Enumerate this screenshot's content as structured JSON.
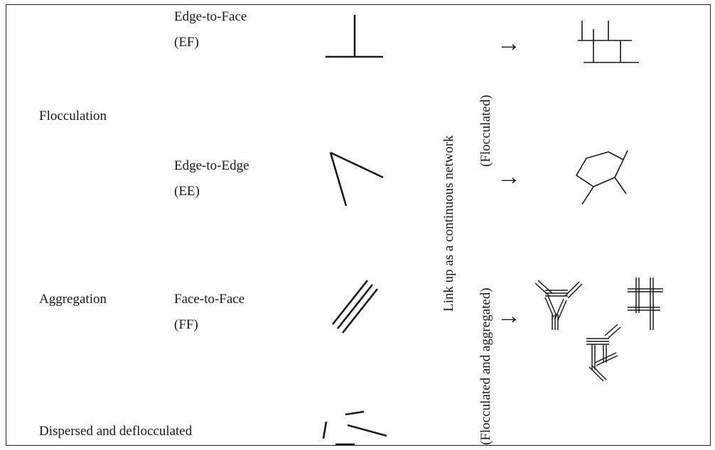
{
  "categories": {
    "flocculation": "Flocculation",
    "aggregation": "Aggregation",
    "dispersed": "Dispersed and deflocculated"
  },
  "associations": {
    "ef_name": "Edge-to-Face",
    "ef_abbr": "(EF)",
    "ee_name": "Edge-to-Edge",
    "ee_abbr": "(EE)",
    "ff_name": "Face-to-Face",
    "ff_abbr": "(FF)"
  },
  "network": {
    "main_label": "Link up as a continuous network",
    "flocculated_label": "(Flocculated)",
    "flocculated_aggregated_label": "(Flocculated and aggregated)"
  },
  "arrow_glyph": "→"
}
